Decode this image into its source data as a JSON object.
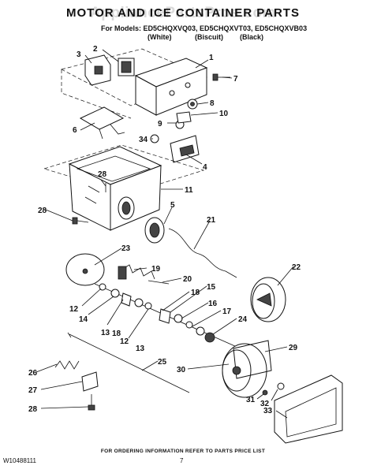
{
  "header": {
    "title": "MOTOR AND ICE CONTAINER PARTS",
    "watermark": "AppliancePartsPros.com",
    "models_label": "For Models: ED5CHQXVQ03, ED5CHQXVT03, ED5CHQXVB03",
    "colors": [
      "(White)",
      "(Biscuit)",
      "(Black)"
    ]
  },
  "callouts": [
    "1",
    "2",
    "3",
    "4",
    "5",
    "6",
    "7",
    "8",
    "9",
    "10",
    "11",
    "12",
    "12",
    "13",
    "13",
    "14",
    "15",
    "16",
    "17",
    "18",
    "18",
    "19",
    "20",
    "21",
    "22",
    "23",
    "24",
    "25",
    "26",
    "27",
    "28",
    "28",
    "28",
    "29",
    "30",
    "31",
    "32",
    "33",
    "34"
  ],
  "footer": {
    "note": "FOR ORDERING INFORMATION REFER TO PARTS PRICE LIST",
    "doc_number": "W10488111",
    "page_number": "7"
  }
}
